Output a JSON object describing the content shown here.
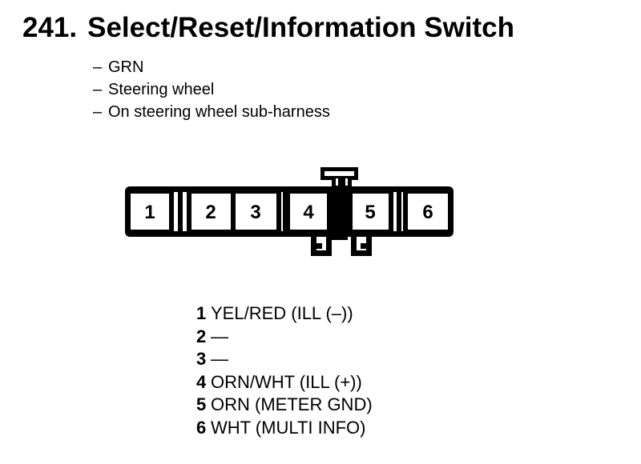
{
  "header": {
    "item_number": "241.",
    "title": "Select/Reset/Information Switch"
  },
  "notes": [
    {
      "dash": "–",
      "text": "GRN"
    },
    {
      "dash": "–",
      "text": "Steering wheel"
    },
    {
      "dash": "–",
      "text": "On steering wheel sub-harness"
    }
  ],
  "connector": {
    "type": "6-pin connector, front view, single row with center key tab",
    "pins": [
      "1",
      "2",
      "3",
      "4",
      "5",
      "6"
    ]
  },
  "pin_table": {
    "rows": [
      {
        "pin": "1",
        "desc": "YEL/RED (ILL (–))"
      },
      {
        "pin": "2",
        "desc": "—"
      },
      {
        "pin": "3",
        "desc": "—"
      },
      {
        "pin": "4",
        "desc": "ORN/WHT (ILL (+))"
      },
      {
        "pin": "5",
        "desc": "ORN (METER GND)"
      },
      {
        "pin": "6",
        "desc": "WHT (MULTI INFO)"
      }
    ]
  },
  "colors": {
    "ink": "#000000",
    "paper": "#ffffff"
  }
}
